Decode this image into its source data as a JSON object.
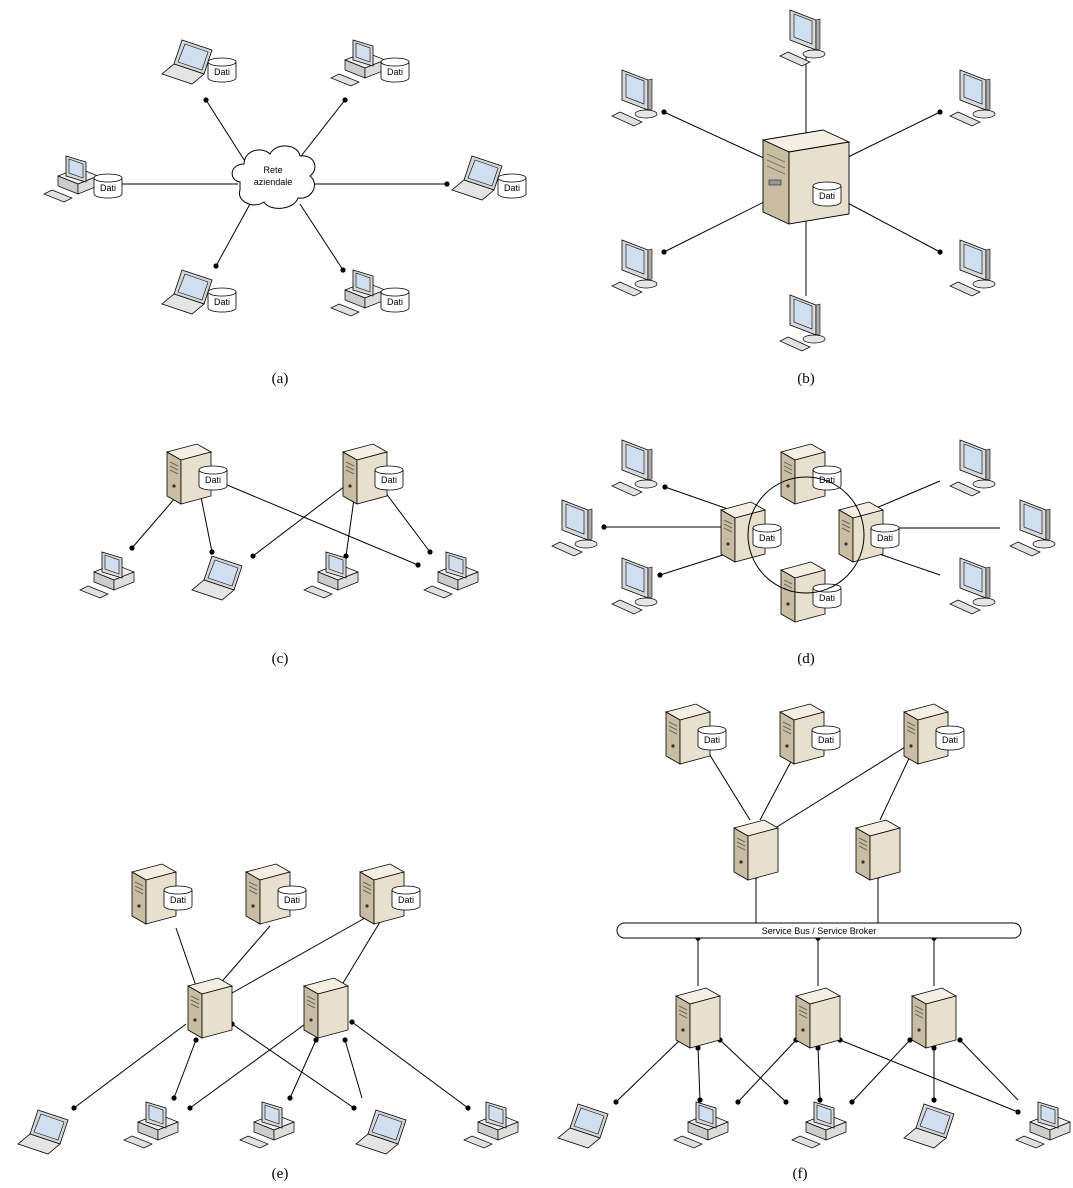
{
  "captions": {
    "a": "(a)",
    "b": "(b)",
    "c": "(c)",
    "d": "(d)",
    "e": "(e)",
    "f": "(f)"
  },
  "labels": {
    "data": "Dati",
    "cloud_line1": "Rete",
    "cloud_line2": "aziendale",
    "bus": "Service Bus / Service Broker"
  },
  "colors": {
    "server": "#e8dfcc",
    "server_shade": "#c8bca2",
    "screen": "#cfdff0",
    "line": "#000000"
  }
}
